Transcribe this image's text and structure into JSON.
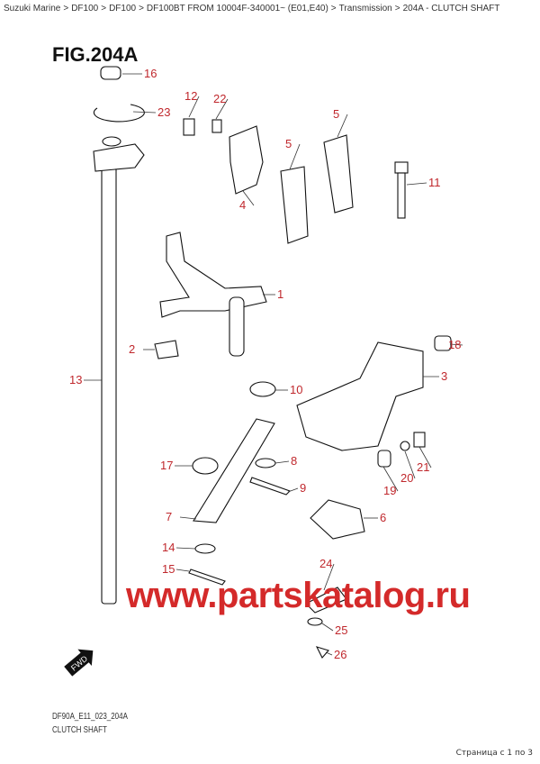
{
  "breadcrumb": [
    {
      "label": "Suzuki Marine"
    },
    {
      "label": "DF100"
    },
    {
      "label": "DF100"
    },
    {
      "label": "DF100BT FROM 10004F-340001~ (E01,E40)"
    },
    {
      "label": "Transmission"
    },
    {
      "label": "204A - CLUTCH SHAFT"
    }
  ],
  "separator": ">",
  "figure": {
    "title": "FIG.204A",
    "code": "DF90A_E11_023_204A",
    "caption": "CLUTCH SHAFT",
    "fwd_label": "FWD",
    "callouts": [
      "16",
      "23",
      "12",
      "22",
      "5",
      "5",
      "11",
      "4",
      "1",
      "18",
      "2",
      "13",
      "3",
      "10",
      "8",
      "17",
      "21",
      "20",
      "19",
      "9",
      "7",
      "6",
      "14",
      "15",
      "24",
      "25",
      "26"
    ]
  },
  "watermark": "www.partskatalog.ru",
  "pager": "Страница с 1 по 3",
  "colors": {
    "callout": "#c0282d",
    "watermark": "#d42a2a"
  }
}
